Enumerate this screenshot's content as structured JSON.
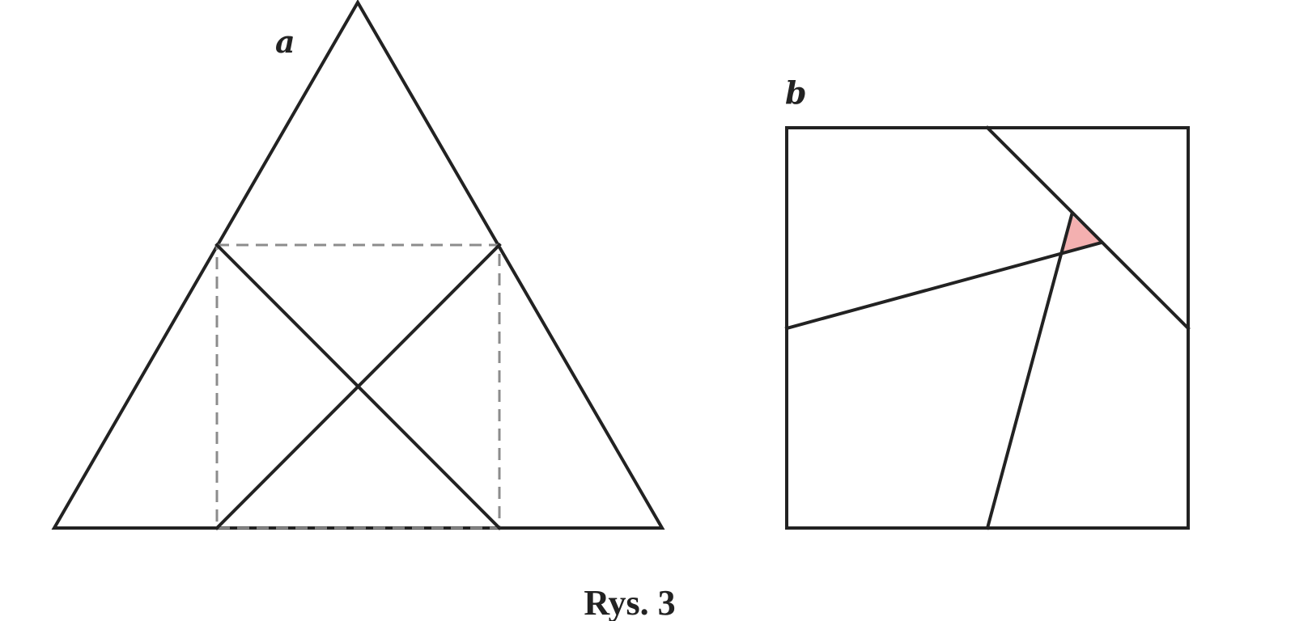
{
  "figure": {
    "panel_a_label": "a",
    "panel_b_label": "b",
    "caption": "Rys. 3"
  },
  "colors": {
    "stroke": "#222222",
    "dashed_stroke": "#8c8c8c",
    "highlight_fill": "#f4b0b0"
  }
}
